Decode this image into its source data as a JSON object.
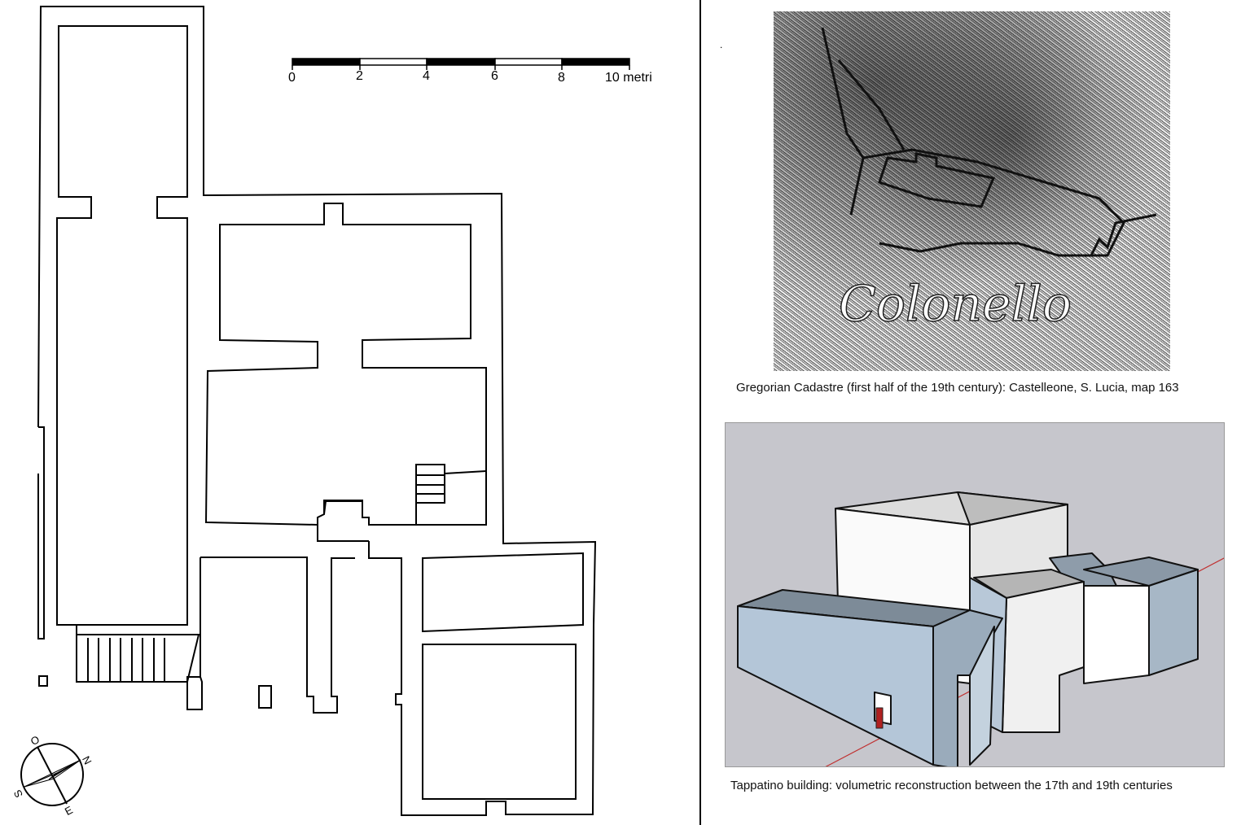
{
  "scale_bar": {
    "ticks": [
      "0",
      "2",
      "4",
      "6",
      "8"
    ],
    "last_tick": "10 metri"
  },
  "compass": {
    "labels": {
      "north": "N",
      "south": "S",
      "east": "E",
      "west": "O"
    }
  },
  "stray_mark": ".",
  "figures": [
    {
      "caption": "Gregorian Cadastre (first half of the 19th century): Castelleone, S. Lucia, map 163",
      "handwriting": "Colonello"
    },
    {
      "caption": "Tappatino building: volumetric reconstruction between the 17th and 19th centuries"
    }
  ],
  "colors": {
    "render_bg": "#c6c6cc",
    "wall_blue": "#b4c6d8",
    "roof_gray": "#7f8d99",
    "axis_red": "#c03030"
  }
}
